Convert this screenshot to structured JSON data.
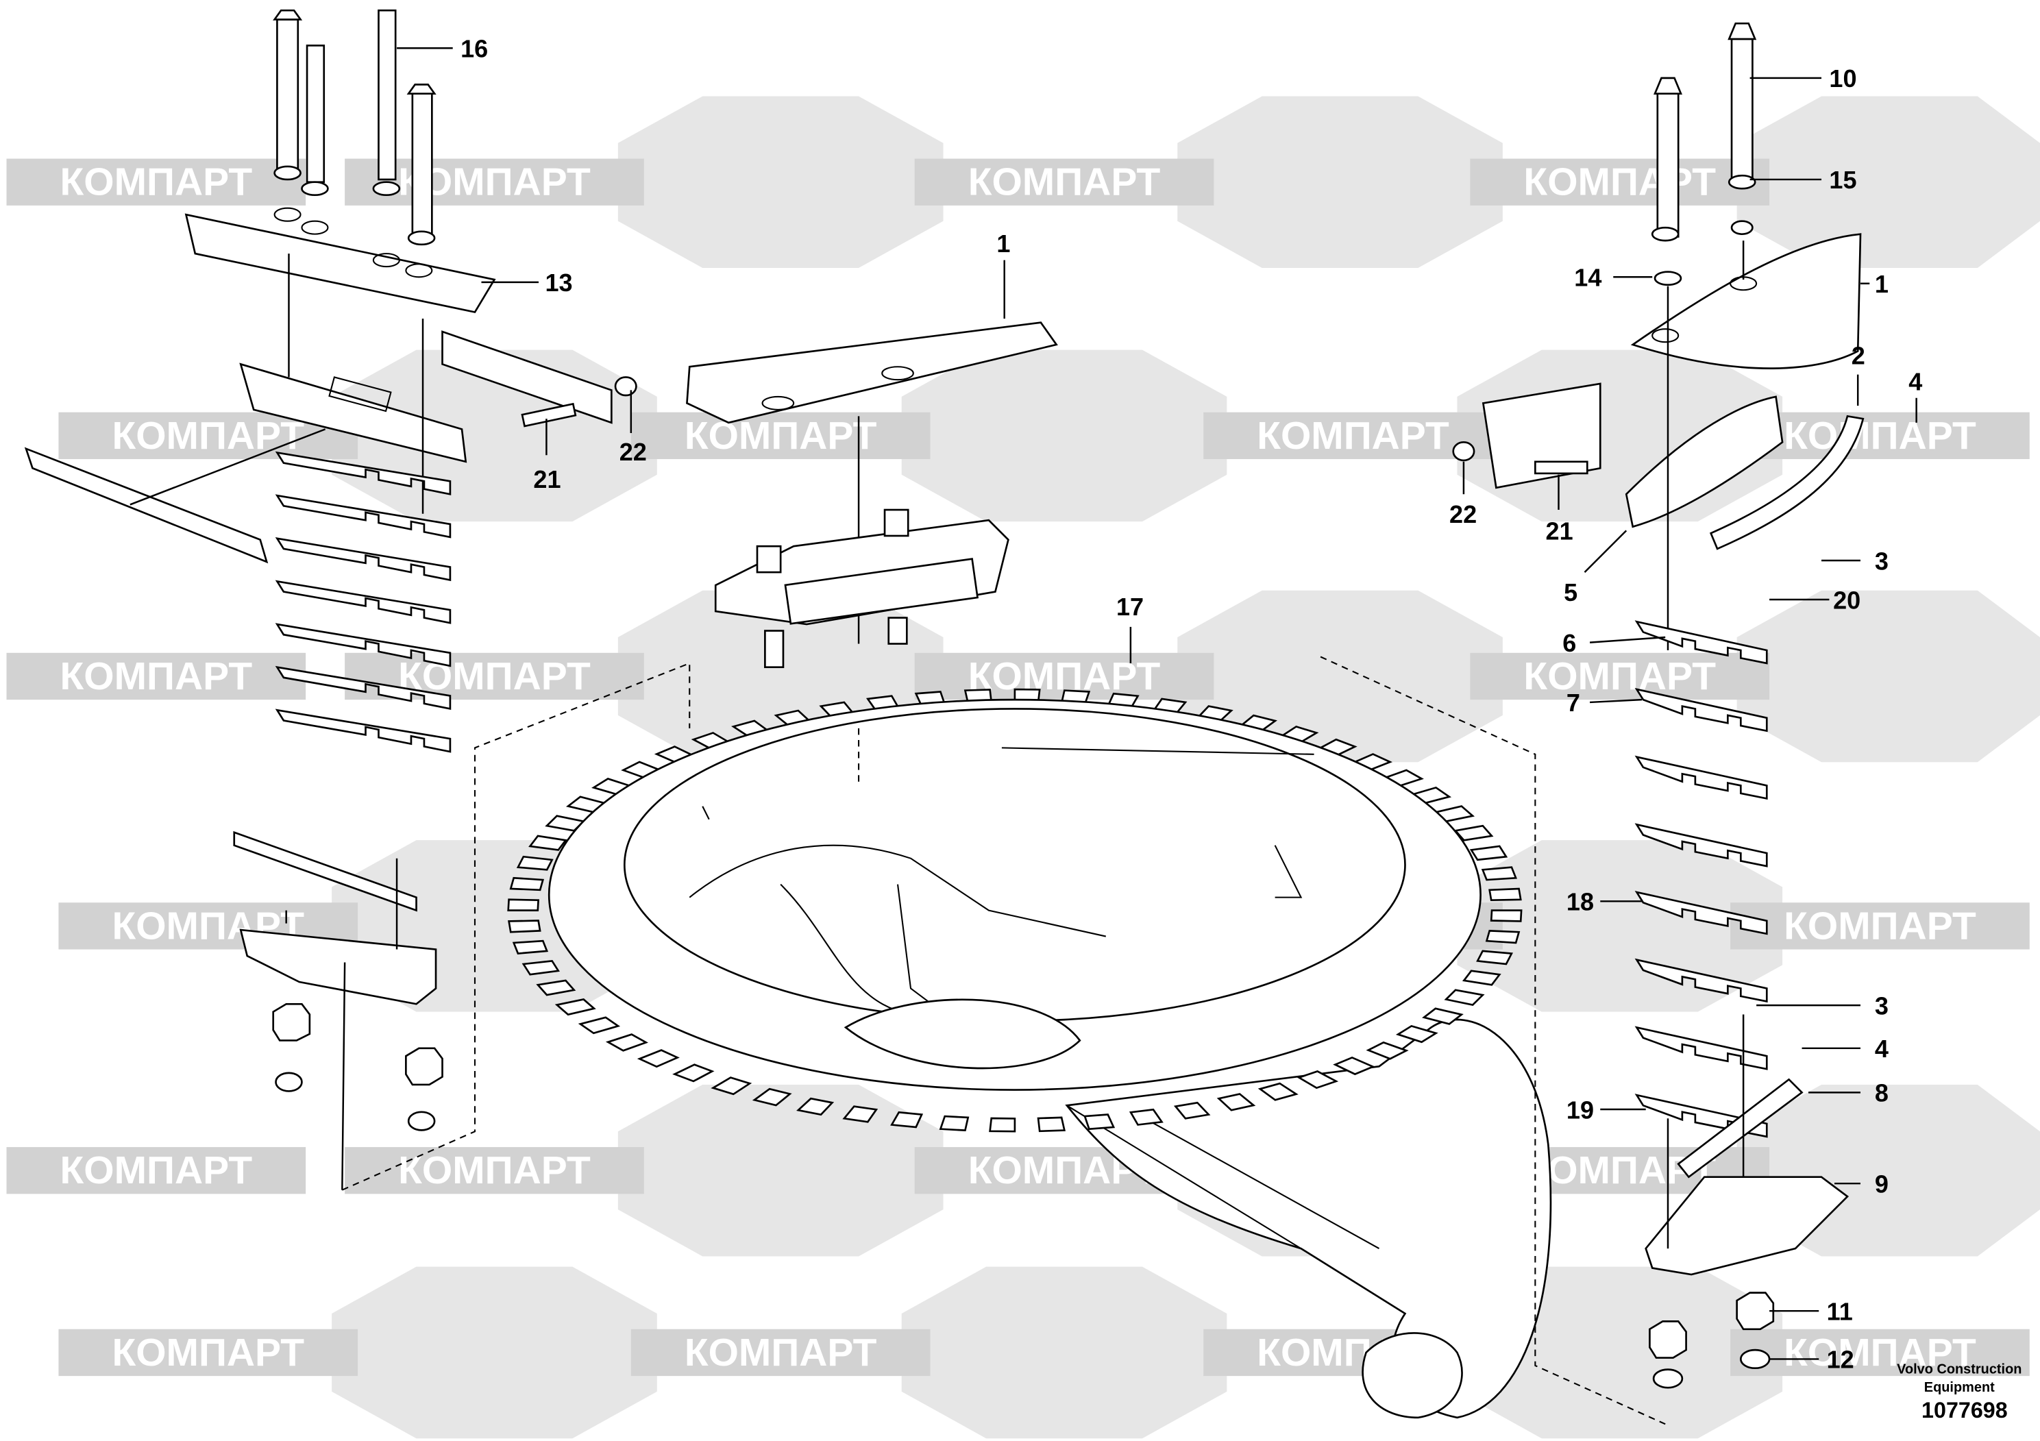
{
  "watermark": {
    "latin": "COMPART",
    "cyrillic": "КОМПАРТ"
  },
  "callouts": [
    "16",
    "10",
    "15",
    "13",
    "1",
    "1",
    "14",
    "2",
    "4",
    "22",
    "21",
    "22",
    "21",
    "3",
    "5",
    "20",
    "6",
    "7",
    "17",
    "18",
    "3",
    "4",
    "8",
    "19",
    "9",
    "11",
    "12"
  ],
  "footer": {
    "manufacturer_line1": "Volvo Construction",
    "manufacturer_line2": "Equipment",
    "drawing_number": "1077698"
  }
}
